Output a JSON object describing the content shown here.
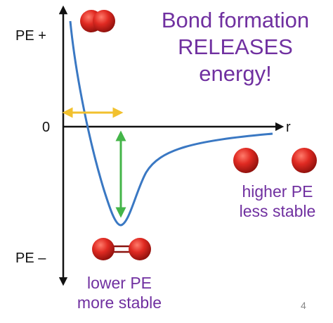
{
  "slide": {
    "headline": [
      "Bond formation",
      "RELEASES",
      "energy!"
    ],
    "axis": {
      "y_top_label": "PE +",
      "y_bottom_label": "PE –",
      "zero_label": "0",
      "x_label": "r"
    },
    "low_caption": [
      "lower PE",
      "more stable"
    ],
    "high_caption": [
      "higher PE",
      "less stable"
    ],
    "page_number": "4",
    "colors": {
      "title_text": "#7030A0",
      "curve": "#3A78C3",
      "bond_length_arrow": "#F2C12E",
      "energy_arrow": "#44B549",
      "atom": "#D21F1F"
    }
  }
}
